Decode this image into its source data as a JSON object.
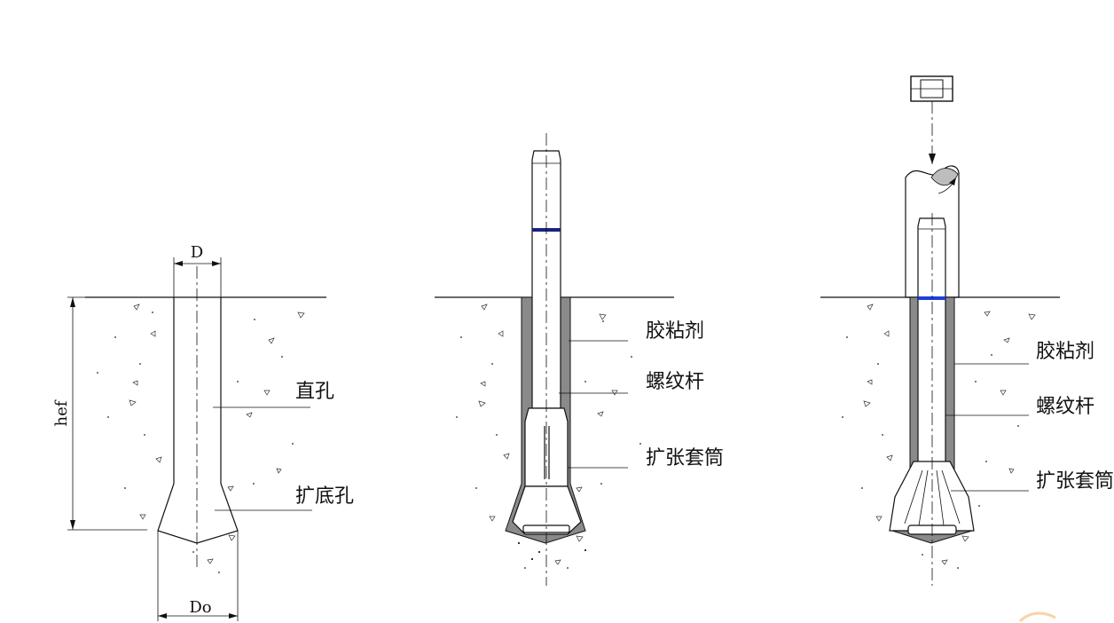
{
  "labels": {
    "d_top": "D",
    "d_bottom": "Do",
    "h_ef": "hef",
    "straight_hole": "直孔",
    "undercut_hole": "扩底孔",
    "adhesive_2": "胶粘剂",
    "threaded_rod_2": "螺纹杆",
    "expansion_sleeve_2": "扩张套筒",
    "adhesive_3": "胶粘剂",
    "threaded_rod_3": "螺纹杆",
    "expansion_sleeve_3": "扩张套筒"
  },
  "colors": {
    "line": "#111111",
    "adhesive_fill": "#8a8a8a",
    "marker_band": "#1a237e",
    "marker_band_bright": "#1e3fd6",
    "watermark": "#f5c27a"
  },
  "icons": {
    "hex_nut": "hex-nut-icon",
    "rotation_arrow": "rotation-arrow-icon"
  }
}
